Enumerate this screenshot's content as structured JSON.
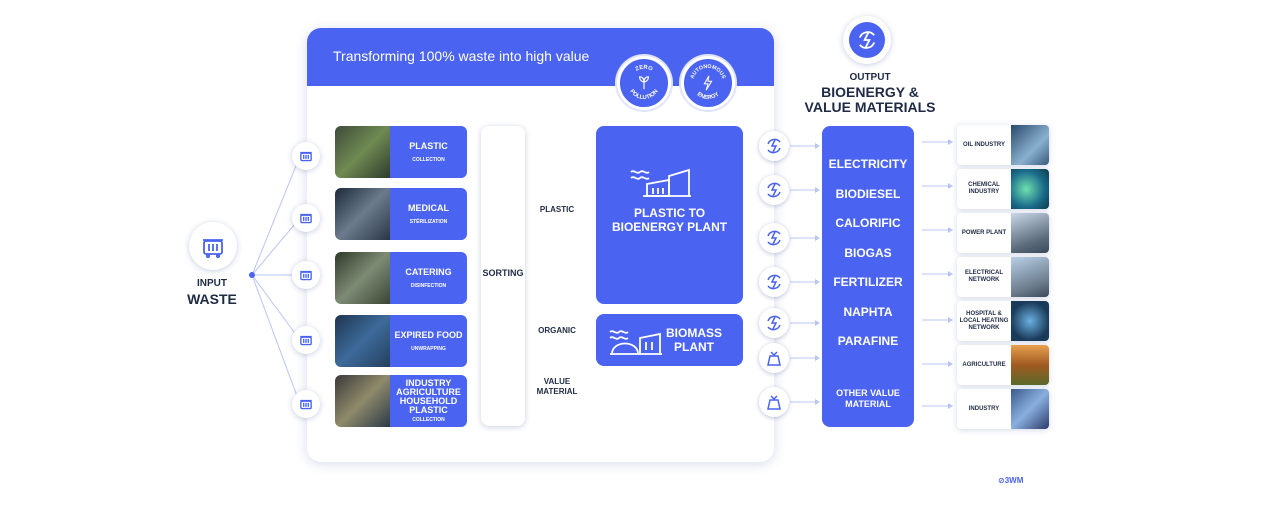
{
  "header": {
    "title": "Transforming 100% waste into high value"
  },
  "badges": [
    {
      "top": "ZERO",
      "bottom": "POLLUTION"
    },
    {
      "top": "AUTONOMOUS",
      "bottom": "ENERGY"
    }
  ],
  "input": {
    "line1": "INPUT",
    "line2": "WASTE"
  },
  "categories": [
    {
      "title": "PLASTIC",
      "sub": "COLLECTION"
    },
    {
      "title": "MEDICAL",
      "sub": "STÉRILIZATION"
    },
    {
      "title": "CATERING",
      "sub": "DISINFECTION"
    },
    {
      "title": "EXPIRED FOOD",
      "sub": "UNWRAPPING"
    },
    {
      "title": "INDUSTRY AGRICULTURE HOUSEHOLD PLASTIC",
      "sub": "COLLECTION"
    }
  ],
  "sorting": "SORTING",
  "flows": {
    "plastic": "PLASTIC",
    "organic": "ORGANIC",
    "value1": "VALUE",
    "value2": "MATERIAL"
  },
  "plants": {
    "plastic": "PLASTIC TO BIOENERGY PLANT",
    "biomass": "BIOMASS PLANT"
  },
  "output": {
    "line1": "OUTPUT",
    "line2": "BIOENERGY &",
    "line3": "VALUE MATERIALS",
    "items": [
      "ELECTRICITY",
      "BIODIESEL",
      "CALORIFIC",
      "BIOGAS",
      "FERTILIZER",
      "NAPHTA",
      "PARAFINE"
    ],
    "other": "OTHER VALUE MATERIAL"
  },
  "destinations": [
    "OIL INDUSTRY",
    "CHEMICAL INDUSTRY",
    "POWER PLANT",
    "ELECTRICAL NETWORK",
    "HOSPITAL & LOCAL HEATING NETWORK",
    "AGRICULTURE",
    "INDUSTRY"
  ],
  "logo": "3WM",
  "colors": {
    "accent": "#4a63f0",
    "line": "#b9c4f5"
  }
}
